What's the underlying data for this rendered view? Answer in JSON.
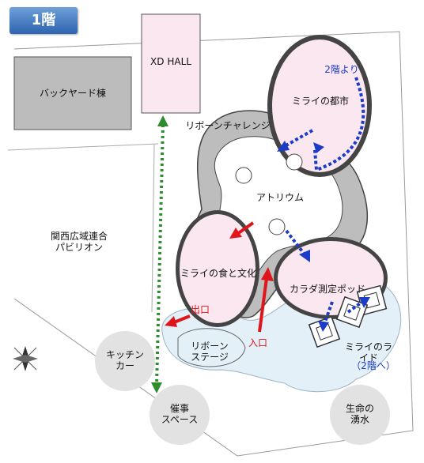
{
  "floor_label": "1階",
  "areas": {
    "xd_hall": "XD HALL",
    "backyard": "バックヤード棟",
    "reborn_challenge": "リボーンチャレンジ",
    "mirai_toshi": "ミライの都市",
    "from_2f": "2階より",
    "atrium": "アトリウム",
    "kansai": "関西広域連合\nパビリオン",
    "mirai_shoku": "ミライの食と文化",
    "karada": "カラダ測定ポッド",
    "exit": "出口",
    "entrance": "入口",
    "reborn_stage": "リボーン\nステージ",
    "mirai_ride": "ミライのライド",
    "to_2f": "（2階へ）"
  },
  "circles": {
    "kitchen_car": "キッチン\nカー",
    "event_space": "催事\nスペース",
    "spring": "生命の\n湧水"
  },
  "colors": {
    "pink": "#fbe7ef",
    "gray": "#bcbcbc",
    "light_blue": "#e3f0f7",
    "red": "#e0141b",
    "blue": "#1a3cc8",
    "green": "#2e8b2e"
  }
}
